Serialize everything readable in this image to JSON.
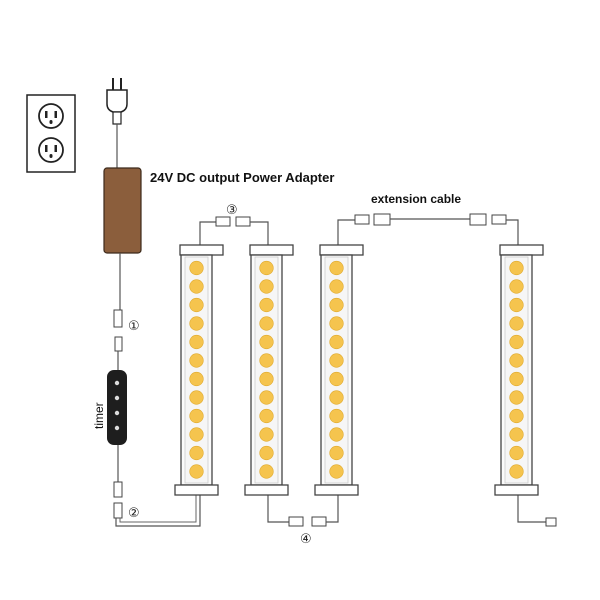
{
  "labels": {
    "adapter": "24V DC output Power Adapter",
    "extension": "extension cable",
    "timer": "timer",
    "step1": "①",
    "step2": "②",
    "step3": "③",
    "step4": "④"
  },
  "colors": {
    "adapter_fill": "#8b5e3c",
    "led_fill": "#f5c44e",
    "timer_fill": "#1e1e1e",
    "wire": "#555555",
    "bar_outline": "#444444"
  },
  "light_bars": {
    "count": 4,
    "leds_per_bar": 12
  },
  "icons": [
    "wall-outlet-icon",
    "plug-icon",
    "power-adapter-icon",
    "timer-device-icon",
    "connector-icon"
  ]
}
